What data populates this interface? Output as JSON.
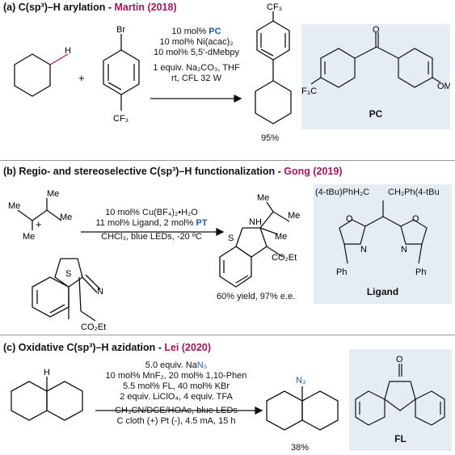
{
  "colors": {
    "accent": "#a0185a",
    "blue": "#1f5ea8",
    "box": "#e6ecf4"
  },
  "a": {
    "header": "(a) C(sp³)–H arylation - ",
    "author": "Martin (2018)",
    "c1_pre": "10 mol% ",
    "c1_pc": "PC",
    "c2": "10 mol% Ni(acac)₂",
    "c3": "10 mol% 5,5'-dMebpy",
    "c4": "1 equiv. Na₂CO₃, THF",
    "c5": "rt, CFL 32 W",
    "yield": "95%",
    "label": "PC",
    "atom_br": "Br",
    "atom_h": "H",
    "atom_cf3a": "CF₃",
    "atom_cf3b": "CF₃",
    "atom_f3c": "F₃C",
    "atom_o": "O",
    "atom_ome": "OMe",
    "plus": "+"
  },
  "b": {
    "header": "(b) Regio- and stereoselective C(sp³)–H functionalization - ",
    "author": "Gong (2019)",
    "c1": "10 mol% Cu(BF₄)₂•H₂O",
    "c2_pre": "11 mol% Ligand, 2 mol% ",
    "c2_pt": "PT",
    "c3": "CHCl₃, blue LEDs, -20 ºC",
    "yield": "60% yield, 97% e.e.",
    "label": "Ligand",
    "lig_left": "(4-tBu)PhH₂C",
    "lig_right": "CH₂Ph(4-tBu",
    "ph1": "Ph",
    "ph2": "Ph",
    "o": "O",
    "n": "N",
    "co2et": "CO₂Et",
    "me": "Me",
    "s": "S",
    "nh": "NH",
    "plus": "+"
  },
  "c": {
    "header": "(c) Oxidative C(sp³)–H azidation - ",
    "author": "Lei (2020)",
    "c1_pre": "5.0 equiv. Na",
    "c1_n3": "N₃",
    "c2": "10 mol% MnF₂, 20 mol% 1,10-Phen",
    "c3": "5.5 mol% FL, 40 mol% KBr",
    "c4": "2 equiv. LiClO₄, 4 equiv. TFA",
    "c5": "CH₃CN/DCE/HOAc,  blue LEDs",
    "c6": "C cloth (+) Pt (-), 4.5 mA, 15 h",
    "yield": "38%",
    "label": "FL",
    "atom_h": "H",
    "atom_n3": "N₃",
    "atom_o": "O"
  }
}
